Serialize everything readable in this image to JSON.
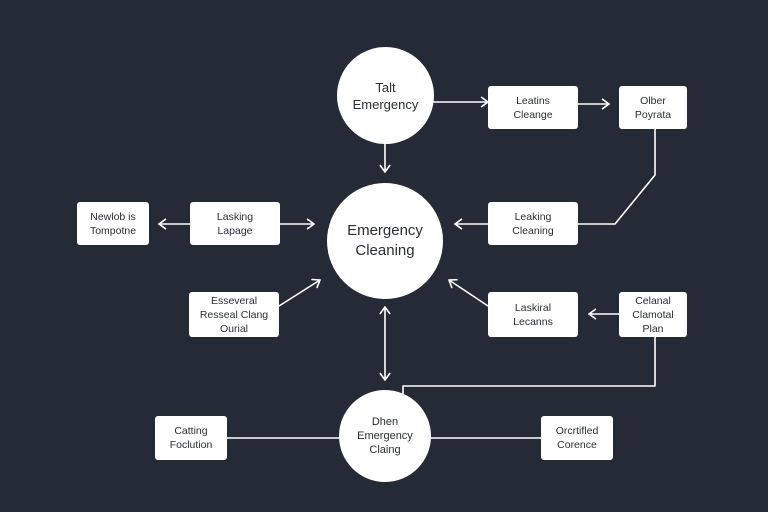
{
  "diagram": {
    "title": "",
    "background_color": "#252a37",
    "node_color": "#ffffff",
    "edge_color": "#ffffff",
    "nodes": [
      {
        "id": "talt-emergency",
        "shape": "circle",
        "label": "Talt\nEmergency"
      },
      {
        "id": "emergency-cleaning",
        "shape": "circle",
        "label": "Emergency\nCleaning"
      },
      {
        "id": "dhen-emergency-claing",
        "shape": "circle",
        "label": "Dhen\nEmergency\nClaing"
      },
      {
        "id": "leatins-cleange",
        "shape": "box",
        "label": "Leatins\nCleange"
      },
      {
        "id": "olber-poyrata",
        "shape": "box",
        "label": "Olber\nPoyrata"
      },
      {
        "id": "newlob-tompotne",
        "shape": "box",
        "label": "Newlob is\nTompotne"
      },
      {
        "id": "lasking-lapage",
        "shape": "box",
        "label": "Lasking\nLapage"
      },
      {
        "id": "leaking-cleaning",
        "shape": "box",
        "label": "Leaking\nCleaning"
      },
      {
        "id": "esseveral-reseal",
        "shape": "box",
        "label": "Esseveral\nResseal Clang\nOurial"
      },
      {
        "id": "laskiral-lecanns",
        "shape": "box",
        "label": "Laskiral\nLecanns"
      },
      {
        "id": "celanal-cramotal-plan",
        "shape": "box",
        "label": "Celanal\nClamotal\nPlan"
      },
      {
        "id": "catting-foclution",
        "shape": "box",
        "label": "Catting\nFoclution"
      },
      {
        "id": "orcrtifled-corence",
        "shape": "box",
        "label": "Orcrtifled\nCorence"
      }
    ],
    "edges": [
      {
        "from": "talt-emergency",
        "to": "leatins-cleange",
        "arrow": "end"
      },
      {
        "from": "leatins-cleange",
        "to": "olber-poyrata",
        "arrow": "end"
      },
      {
        "from": "talt-emergency",
        "to": "emergency-cleaning",
        "arrow": "end"
      },
      {
        "from": "olber-poyrata",
        "to": "leaking-cleaning",
        "arrow": "none"
      },
      {
        "from": "leaking-cleaning",
        "to": "emergency-cleaning",
        "arrow": "end"
      },
      {
        "from": "lasking-lapage",
        "to": "newlob-tompotne",
        "arrow": "end"
      },
      {
        "from": "lasking-lapage",
        "to": "emergency-cleaning",
        "arrow": "end"
      },
      {
        "from": "esseveral-reseal",
        "to": "emergency-cleaning",
        "arrow": "end"
      },
      {
        "from": "laskiral-lecanns",
        "to": "emergency-cleaning",
        "arrow": "end"
      },
      {
        "from": "celanal-cramotal-plan",
        "to": "laskiral-lecanns",
        "arrow": "end"
      },
      {
        "from": "emergency-cleaning",
        "to": "dhen-emergency-claing",
        "arrow": "both"
      },
      {
        "from": "celanal-cramotal-plan",
        "to": "dhen-emergency-claing",
        "arrow": "none"
      },
      {
        "from": "catting-foclution",
        "to": "dhen-emergency-claing",
        "arrow": "none"
      },
      {
        "from": "dhen-emergency-claing",
        "to": "orcrtifled-corence",
        "arrow": "none"
      }
    ]
  }
}
